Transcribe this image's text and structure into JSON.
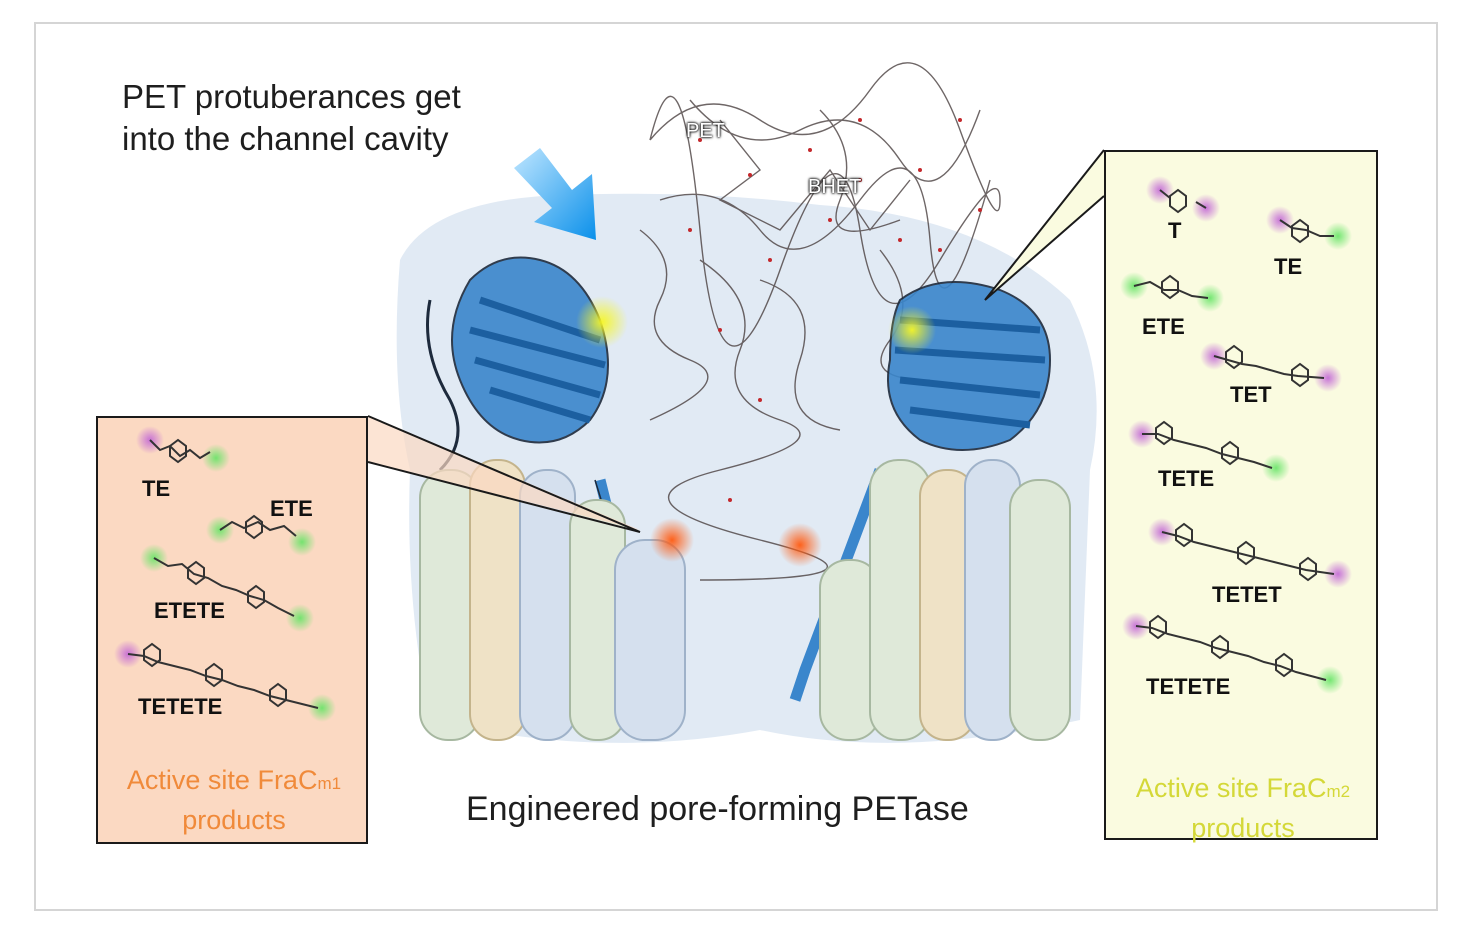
{
  "figure": {
    "headline_lines": [
      "PET protuberances get",
      "into the channel cavity"
    ],
    "bottom_title": "Engineered pore-forming PETase",
    "structure_tags": {
      "pet": "PET",
      "bhet": "BHET"
    },
    "left_panel": {
      "molecules": [
        "TE",
        "ETE",
        "ETETE",
        "TETETE"
      ],
      "caption_prefix": "Active site FraC",
      "caption_sub": "m1",
      "caption_line2": "products"
    },
    "right_panel": {
      "molecules": [
        "T",
        "TE",
        "ETE",
        "TET",
        "TETE",
        "TETET",
        "TETETE"
      ],
      "caption_prefix": "Active site FraC",
      "caption_sub": "m2",
      "caption_line2": "products"
    }
  },
  "colors": {
    "left_panel_bg": "#fbd9c2",
    "right_panel_bg": "#fafbe0",
    "left_caption": "#f08a3a",
    "right_caption": "#d4d838",
    "protein_ribbon": "#3a86cc",
    "membrane_surface": "#dfe8f2",
    "arrow": "#1a9bec",
    "active_site_glow": "#f0f020",
    "ethylene_glycol_glow": "#7ce87c",
    "terephthalate_glow": "#c87cd8"
  },
  "icons": [
    "pore-protein-illustration",
    "down-right-arrow-icon",
    "callout-pointer",
    "molecule-structure"
  ]
}
